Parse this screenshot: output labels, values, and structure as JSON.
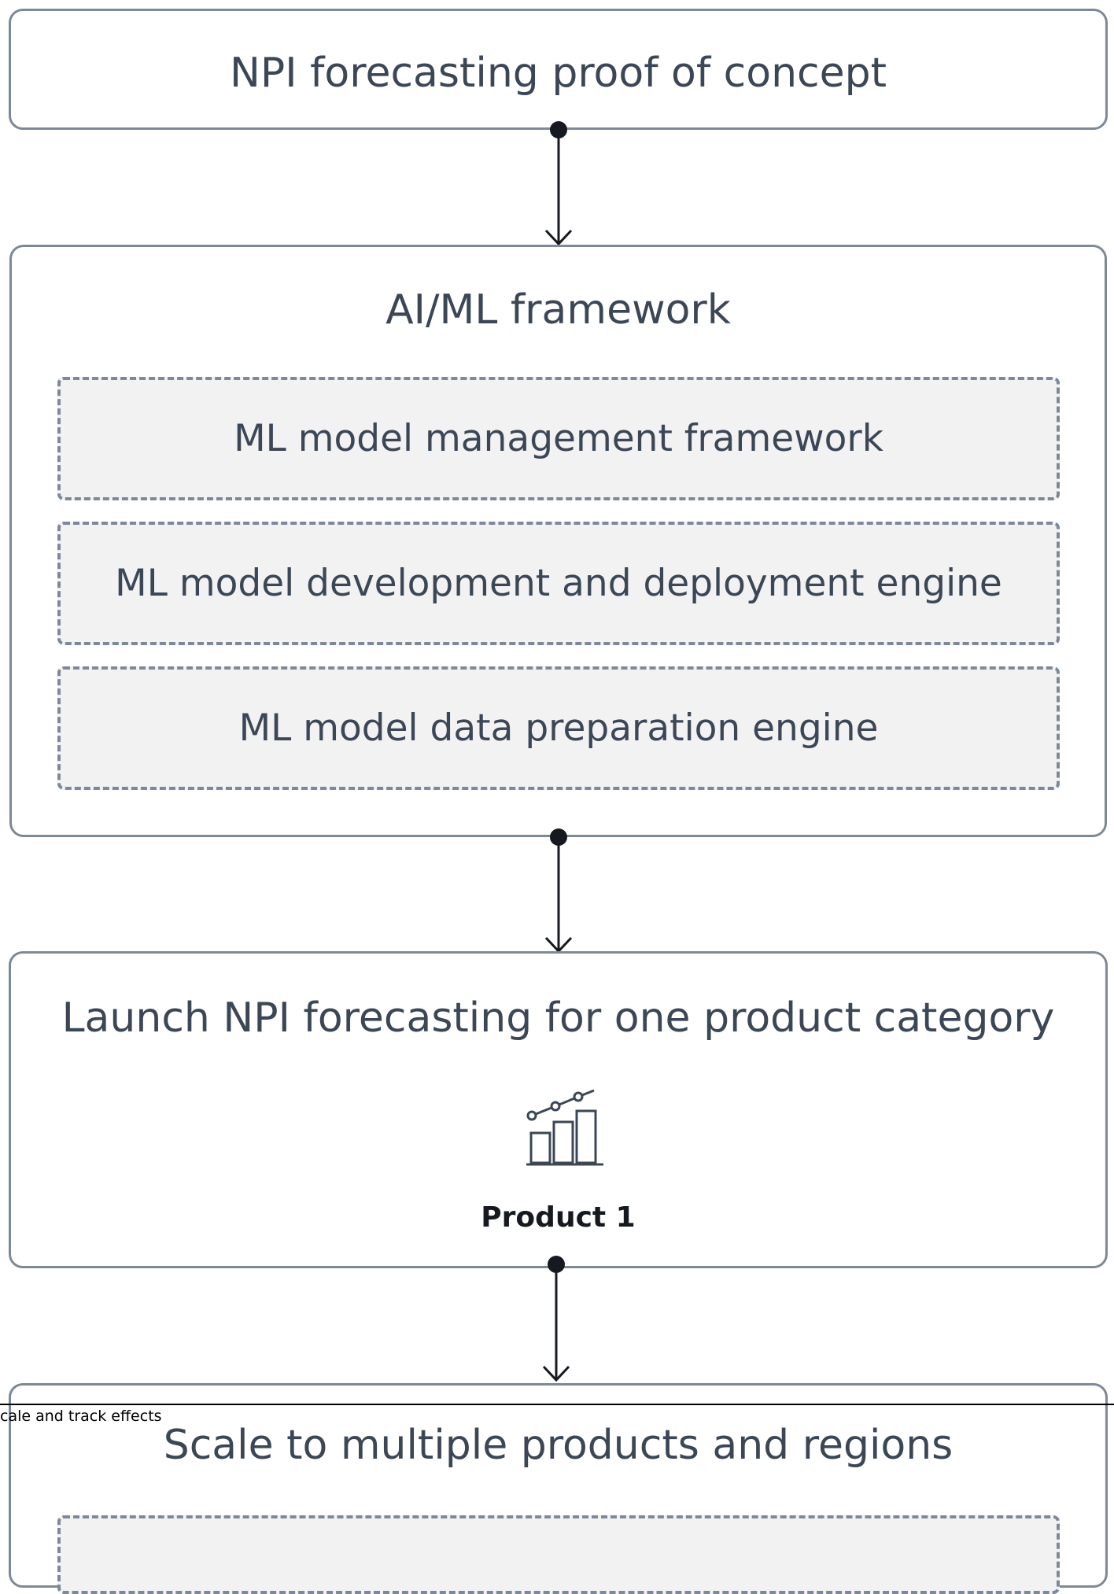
{
  "boxes": {
    "poc": {
      "title": "NPI forecasting proof of concept"
    },
    "framework": {
      "title": "AI/ML framework",
      "components": [
        "ML model management framework",
        "ML model development and deployment engine",
        "ML model data preparation engine"
      ]
    },
    "launch": {
      "title": "Launch NPI forecasting for one product category",
      "product_label": "Product 1",
      "icon": "bar-chart-trend-icon"
    },
    "scale": {
      "title": "Scale to multiple products and regions"
    }
  },
  "footer": {
    "caption": "cale and track effects"
  },
  "colors": {
    "box_border": "#7d8998",
    "box_title": "#3b4756",
    "component_fill": "#f2f2f2",
    "arrow": "#16191f"
  }
}
